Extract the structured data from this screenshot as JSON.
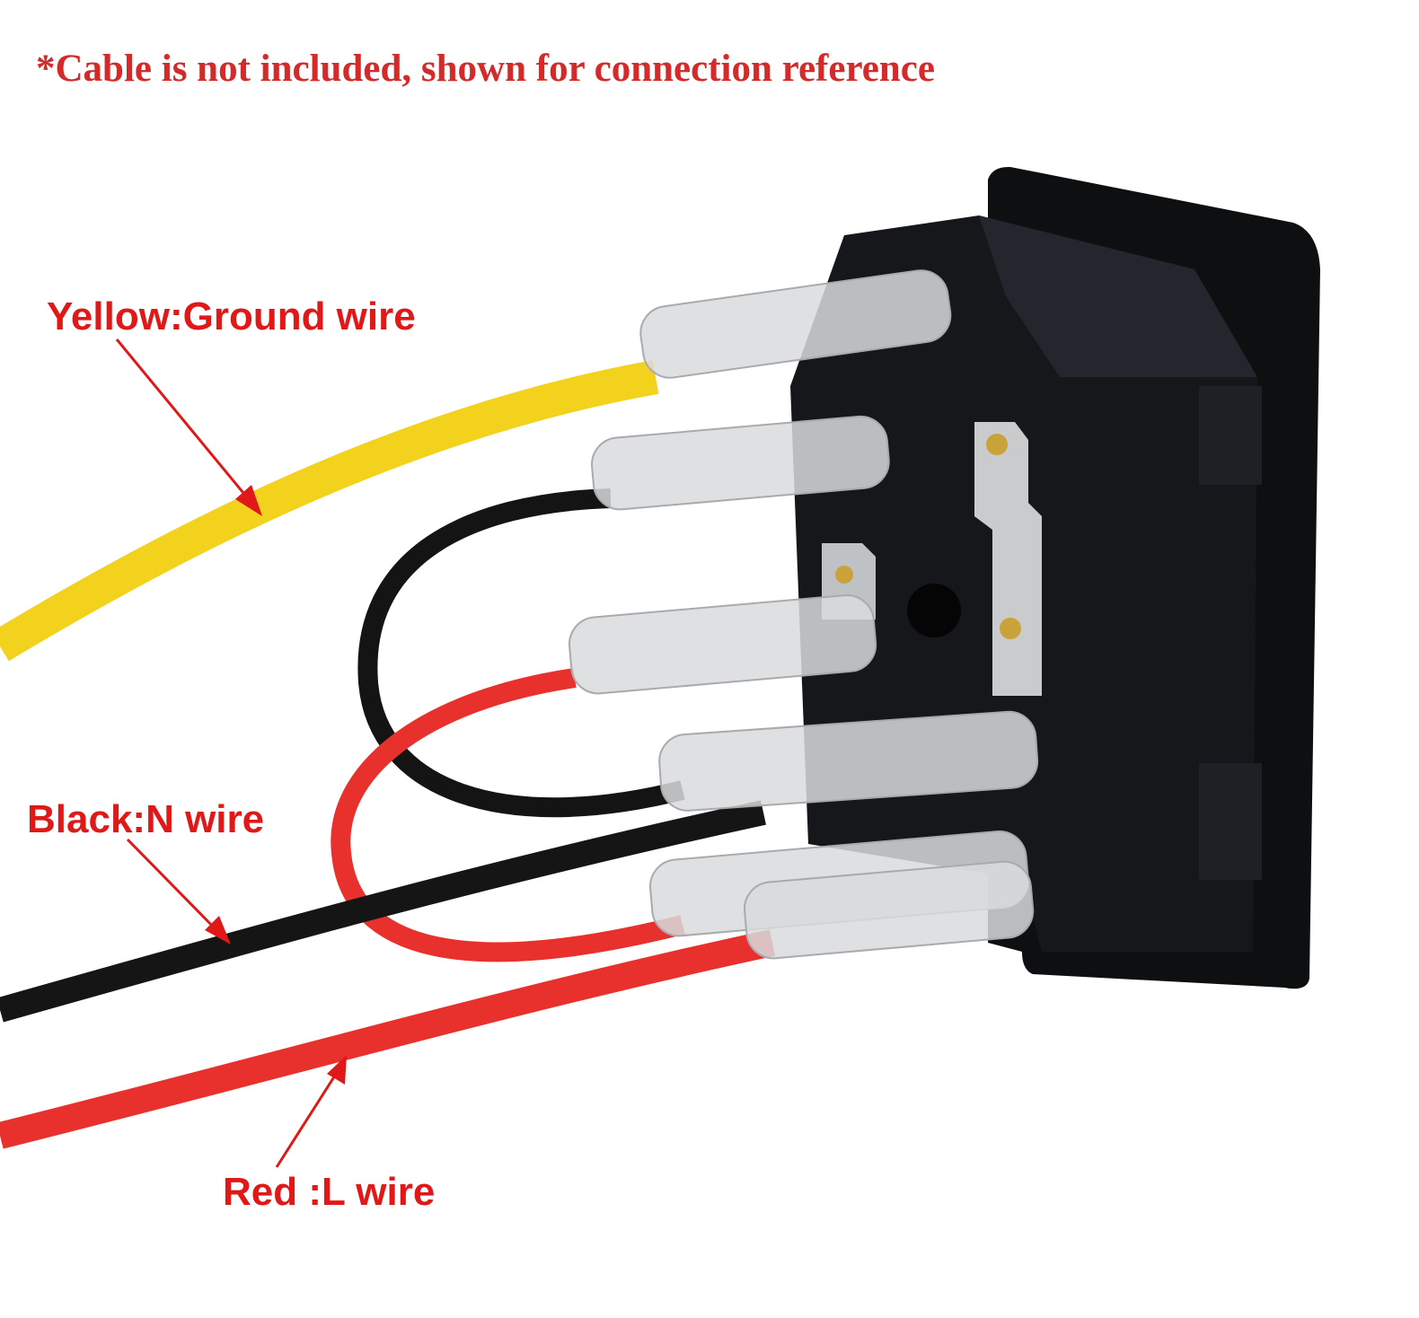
{
  "notice": "*Cable is not included, shown for connection reference",
  "labels": {
    "ground": "Yellow:Ground wire",
    "neutral": "Black:N wire",
    "live": "Red :L wire"
  },
  "colors": {
    "annotation": "#e01818",
    "yellow_wire": "#f2d21c",
    "black_wire": "#151515",
    "red_wire": "#e8302c",
    "socket_body": "#101214"
  }
}
